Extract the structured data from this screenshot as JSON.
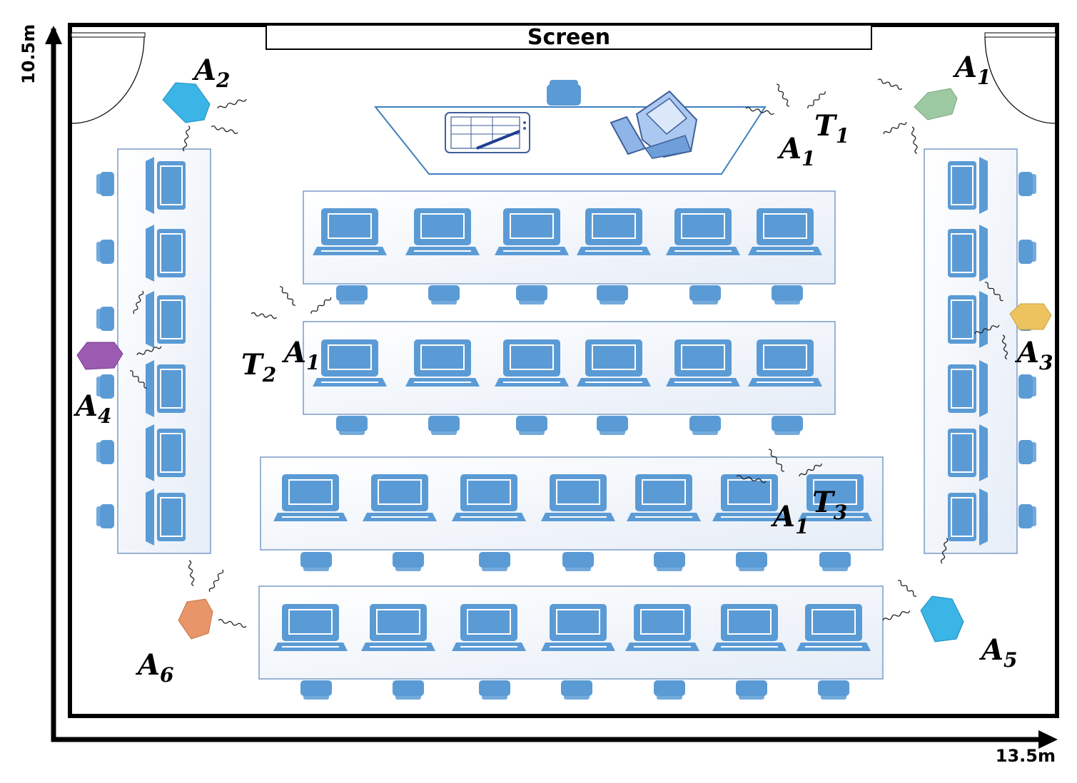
{
  "room": {
    "width_label": "13.5m",
    "height_label": "10.5m",
    "screen_label": "Screen"
  },
  "anchors": [
    {
      "id": "A",
      "sub": "1",
      "color": "#9cc8a2"
    },
    {
      "id": "A",
      "sub": "2",
      "color": "#3bb4e6"
    },
    {
      "id": "A",
      "sub": "3",
      "color": "#ecc35e"
    },
    {
      "id": "A",
      "sub": "4",
      "color": "#9a5bb0"
    },
    {
      "id": "A",
      "sub": "5",
      "color": "#3bb4e6"
    },
    {
      "id": "A",
      "sub": "6",
      "color": "#e8956a"
    }
  ],
  "tags": [
    {
      "id": "T",
      "sub": "1",
      "near": "A",
      "near_sub": "1"
    },
    {
      "id": "T",
      "sub": "2",
      "near": "A",
      "near_sub": "1"
    },
    {
      "id": "T",
      "sub": "3",
      "near": "A",
      "near_sub": "1"
    }
  ],
  "colors": {
    "laptop": "#5b9bd5",
    "laptop_dark": "#3f7fbf",
    "chair": "#5b9bd5",
    "desk_border": "#7a9cc8",
    "wall": "#000000"
  }
}
